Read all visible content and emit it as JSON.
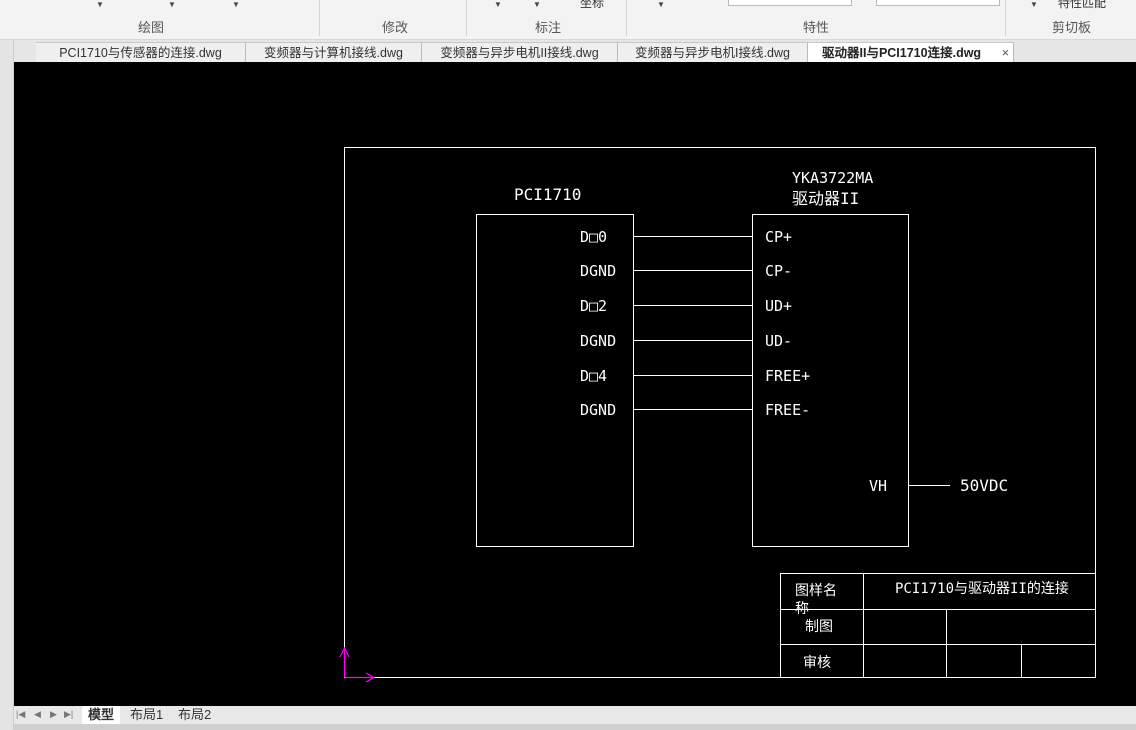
{
  "ribbon": {
    "groups": [
      "绘图",
      "修改",
      "标注",
      "特性",
      "剪切板"
    ],
    "dim_label": "坐标",
    "match_label": "特性匹配"
  },
  "tabs": [
    {
      "label": "PCI1710与传感器的连接.dwg"
    },
    {
      "label": "变频器与计算机接线.dwg"
    },
    {
      "label": "变频器与异步电机II接线.dwg"
    },
    {
      "label": "变频器与异步电机I接线.dwg"
    },
    {
      "label": "驱动器II与PCI1710连接.dwg",
      "active": true
    }
  ],
  "close_icon": "×",
  "drawing": {
    "pci_title": "PCI1710",
    "driver_model": "YKA3722MA",
    "driver_title": "驱动器II",
    "pci_pins": [
      "D□0",
      "DGND",
      "D□2",
      "DGND",
      "D□4",
      "DGND"
    ],
    "driver_pins": [
      "CP+",
      "CP-",
      "UD+",
      "UD-",
      "FREE+",
      "FREE-"
    ],
    "vh_label": "VH",
    "vh_supply": "50VDC",
    "title_block": {
      "name_label": "图样名称",
      "name_value": "PCI1710与驱动器II的连接",
      "draw_label": "制图",
      "review_label": "审核"
    }
  },
  "layout_tabs": [
    "模型",
    "布局1",
    "布局2"
  ],
  "colors": {
    "canvas": "#000000",
    "lines": "#ffffff",
    "ucs": "#ff00ff"
  }
}
